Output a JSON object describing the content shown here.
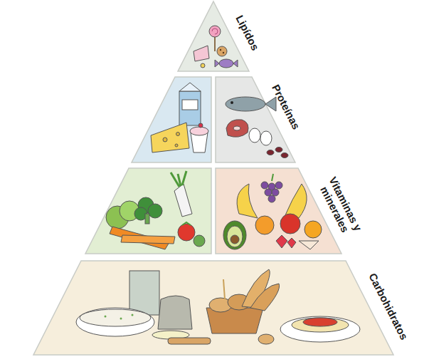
{
  "diagram": {
    "nodes": [
      {
        "text": [
          "Lipídos"
        ]
      },
      {
        "text": [
          "Proteínas"
        ]
      },
      {
        "text": [
          "Vitaminas y minerales"
        ]
      },
      {
        "text": [
          "Carbohidratos"
        ]
      }
    ]
  }
}
